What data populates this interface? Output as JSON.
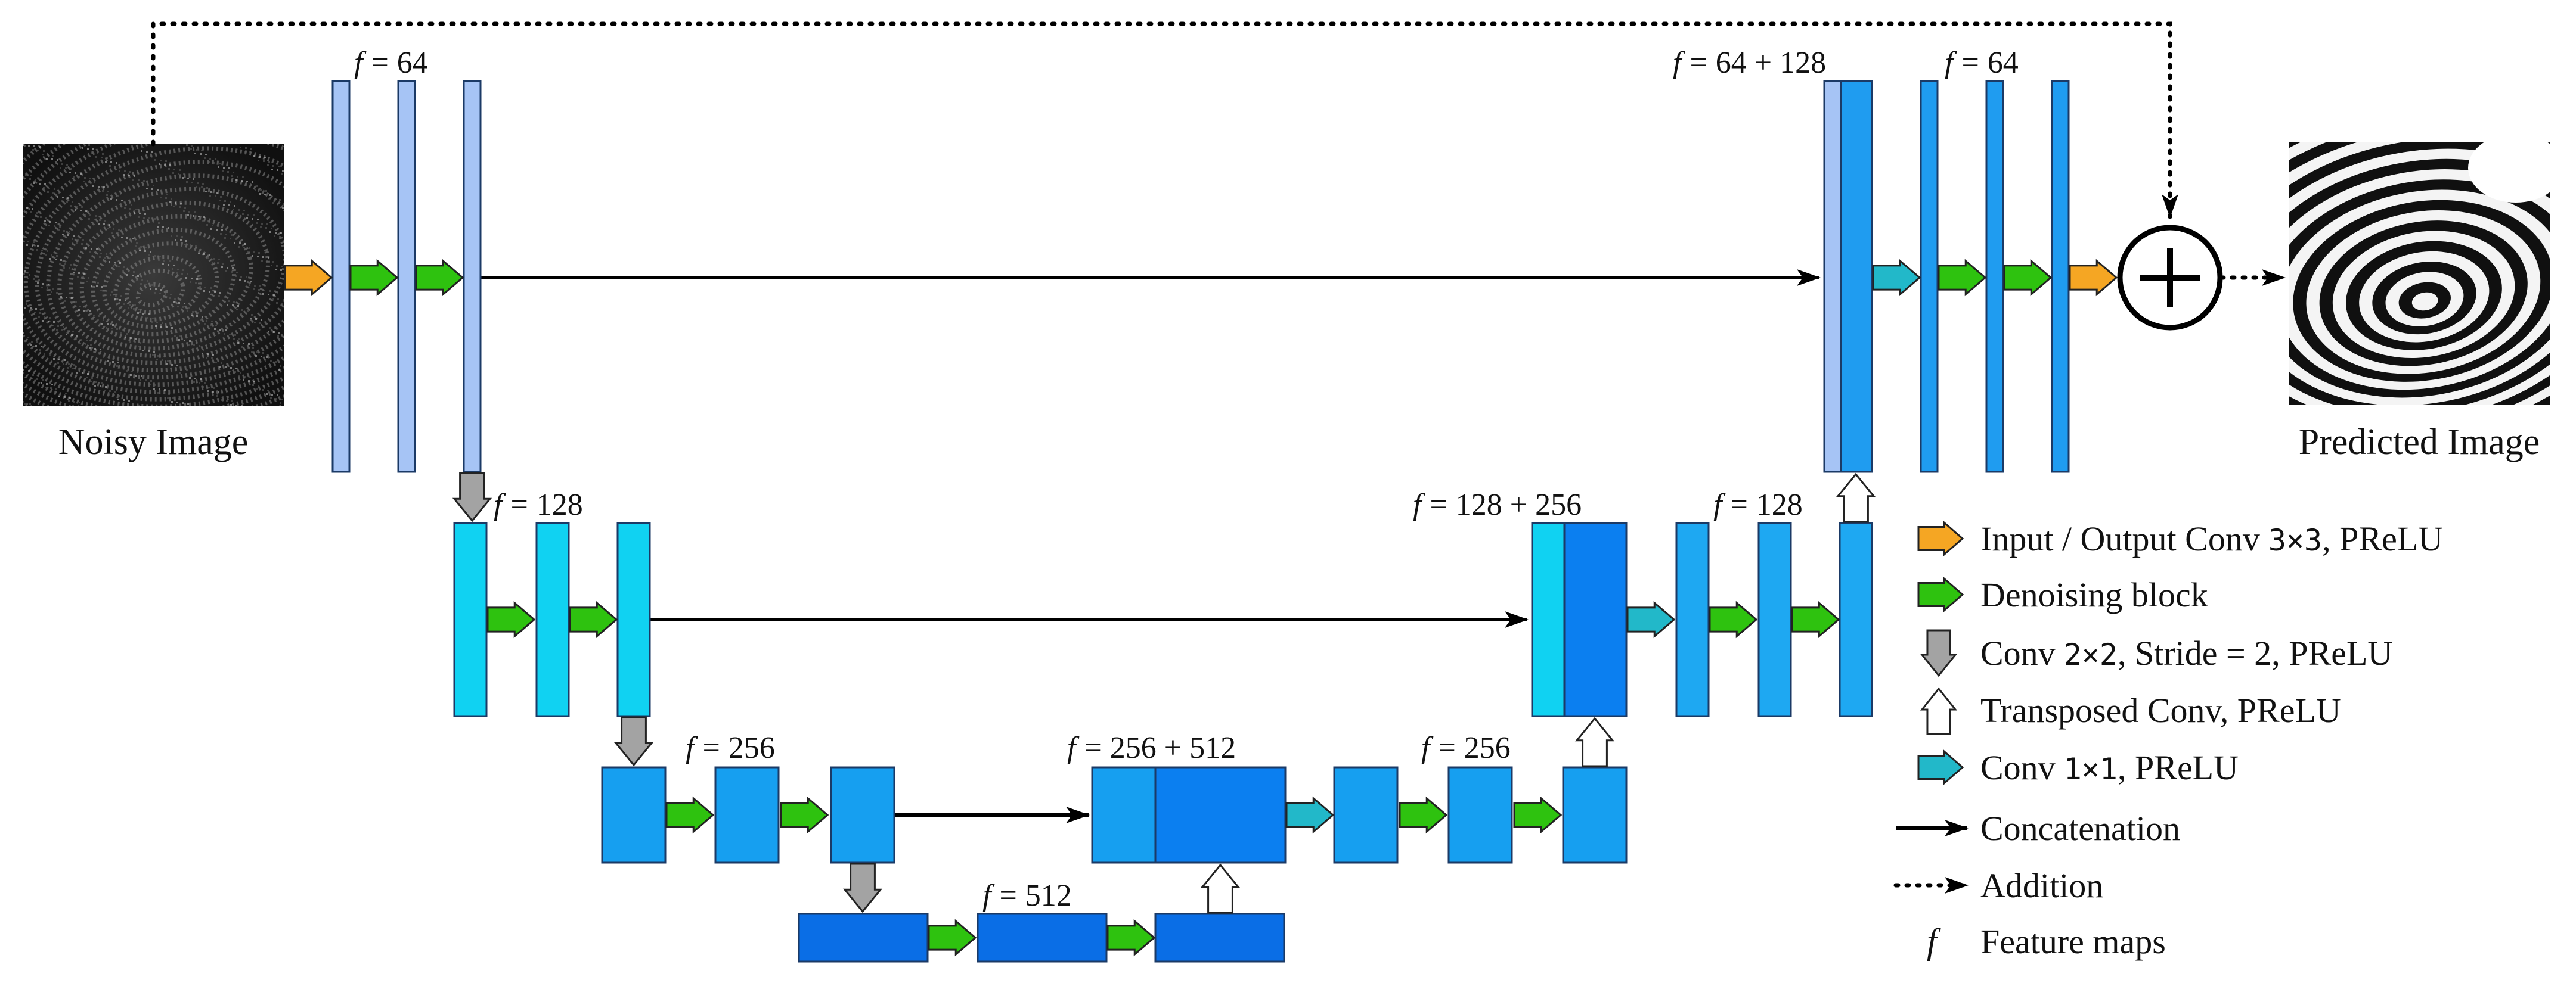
{
  "colors": {
    "io_conv": "#f5a623",
    "denoise": "#2ec20f",
    "down_conv": "#a3a3a3",
    "up_conv": "#ffffff",
    "conv1x1": "#22b8c9",
    "level1": "#a6c4f5",
    "level1_concat": "#1f9cf0",
    "level2": "#10d2f2",
    "level2_right": "#1ea8f2",
    "level3": "#169ff0",
    "level3_concat": "#0b7ff0",
    "level4": "#0a6ee6"
  },
  "images": {
    "input_caption": "Noisy Image",
    "output_caption": "Predicted Image"
  },
  "feature_labels": {
    "l1_left": "64",
    "l1_concat": "64 + 128",
    "l1_right": "64",
    "l2_left": "128",
    "l2_concat": "128 + 256",
    "l2_right": "128",
    "l3_left": "256",
    "l3_concat": "256 + 512",
    "l3_right": "256",
    "l4": "512"
  },
  "feature_symbol": "f",
  "equals_sign": "=",
  "add_node_symbol": "+",
  "legend": {
    "io_conv": {
      "prefix": "Input / Output Conv",
      "mono": "3×3",
      "suffix": ", PReLU",
      "icon": "orange-arrow-icon"
    },
    "denoise": {
      "prefix": "Denoising block",
      "mono": "",
      "suffix": "",
      "icon": "green-arrow-icon"
    },
    "down_conv": {
      "prefix": "Conv",
      "mono": "2×2",
      "suffix": ", Stride = 2, PReLU",
      "icon": "gray-down-arrow-icon"
    },
    "up_conv": {
      "prefix": "Transposed Conv, PReLU",
      "mono": "",
      "suffix": "",
      "icon": "white-up-arrow-icon"
    },
    "conv1x1": {
      "prefix": "Conv",
      "mono": "1×1",
      "suffix": ", PReLU",
      "icon": "cyan-arrow-icon"
    },
    "concat": {
      "prefix": "Concatenation",
      "mono": "",
      "suffix": "",
      "icon": "solid-arrow-icon"
    },
    "addition": {
      "prefix": "Addition",
      "mono": "",
      "suffix": "",
      "icon": "dotted-arrow-icon"
    },
    "feature_maps": {
      "prefix": "Feature maps",
      "mono": "",
      "suffix": "",
      "icon": "f-symbol-icon"
    }
  }
}
